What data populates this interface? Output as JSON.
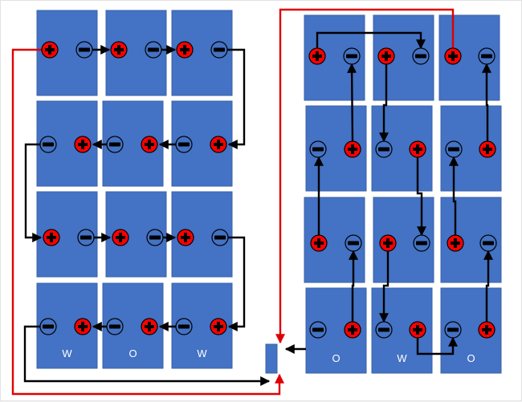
{
  "colors": {
    "cell_fill": "#4472c4",
    "cell_stroke": "#3a62a8",
    "positive_fill": "#ff0000",
    "terminal_stroke": "#000000",
    "negative_wire": "#000000",
    "positive_wire": "#e00000",
    "background": "#ffffff"
  },
  "icons": {
    "positive": "plus-sign",
    "negative": "minus-sign"
  },
  "left_bank": {
    "rows": [
      [
        "",
        "",
        ""
      ],
      [
        "",
        "",
        ""
      ],
      [
        "",
        "",
        ""
      ],
      [
        "W",
        "O",
        "W"
      ]
    ]
  },
  "right_bank": {
    "rows": [
      [
        "",
        "",
        ""
      ],
      [
        "",
        "",
        ""
      ],
      [
        "",
        "",
        ""
      ],
      [
        "O",
        "W",
        "O"
      ]
    ]
  }
}
